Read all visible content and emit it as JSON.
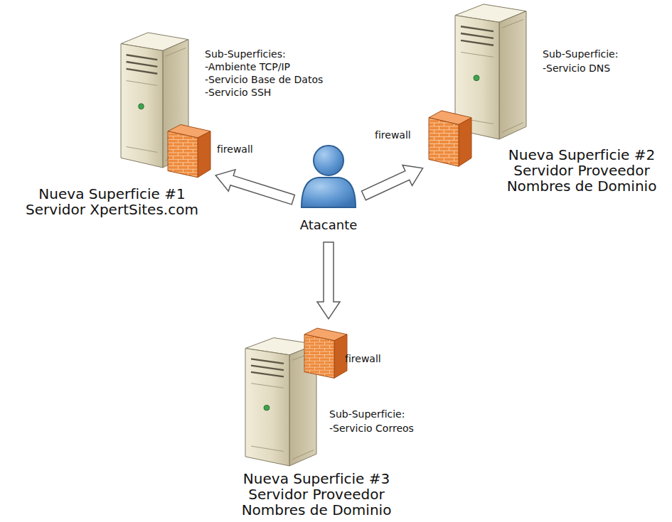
{
  "diagram": {
    "nodes": [
      {
        "text": [
          "Nueva Superficie #1 Servidor XpertSites.com",
          "Sub-Superficies:",
          "-Ambiente TCP/IP",
          "-Servicio Base de Datos",
          "-Servicio SSH",
          "firewall"
        ]
      },
      {
        "text": [
          "Nueva Superficie #2 Servidor Proveedor Nombres de Dominio",
          "Sub-Superficie:",
          "-Servicio DNS",
          "firewall"
        ]
      },
      {
        "text": [
          "Atacante"
        ]
      },
      {
        "text": [
          "Nueva Superficie #3 Servidor Proveedor Nombres de Dominio",
          "Sub-Superficie:",
          "-Servicio Correos",
          "firewall"
        ]
      }
    ],
    "edges": [
      {
        "from": 2,
        "to": 0,
        "arrow": "to"
      },
      {
        "from": 2,
        "to": 1,
        "arrow": "to"
      },
      {
        "from": 2,
        "to": 3,
        "arrow": "to"
      }
    ]
  }
}
